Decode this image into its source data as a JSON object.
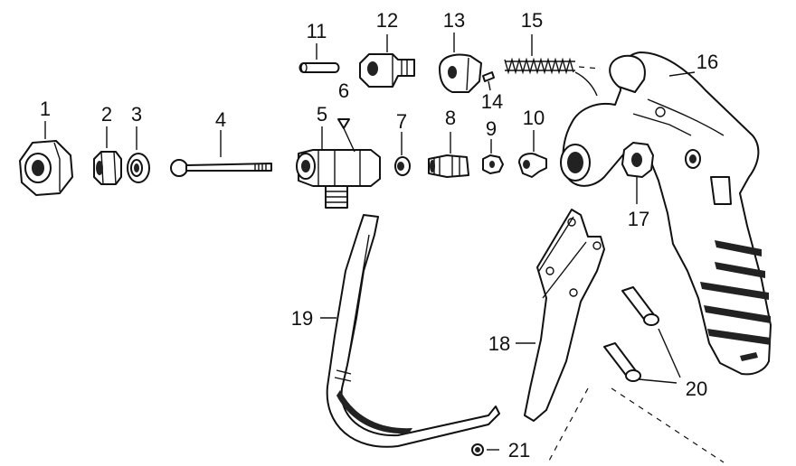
{
  "callouts": [
    "1",
    "2",
    "3",
    "4",
    "5",
    "6",
    "7",
    "8",
    "9",
    "10",
    "11",
    "12",
    "13",
    "14",
    "15",
    "16",
    "17",
    "18",
    "19",
    "20",
    "21"
  ],
  "parts": [
    {
      "id": "1",
      "icon": "hex-nut-icon"
    },
    {
      "id": "2",
      "icon": "flanged-nut-icon"
    },
    {
      "id": "3",
      "icon": "washer-icon"
    },
    {
      "id": "4",
      "icon": "needle-rod-icon"
    },
    {
      "id": "5",
      "icon": "valve-body-icon"
    },
    {
      "id": "6",
      "icon": "cone-seat-icon"
    },
    {
      "id": "7",
      "icon": "ball-icon"
    },
    {
      "id": "8",
      "icon": "fitting-icon"
    },
    {
      "id": "9",
      "icon": "small-nut-icon"
    },
    {
      "id": "10",
      "icon": "clip-icon"
    },
    {
      "id": "11",
      "icon": "pin-icon"
    },
    {
      "id": "12",
      "icon": "cap-nut-icon"
    },
    {
      "id": "13",
      "icon": "cam-icon"
    },
    {
      "id": "14",
      "icon": "set-screw-icon"
    },
    {
      "id": "15",
      "icon": "spring-icon"
    },
    {
      "id": "16",
      "icon": "gun-handle-icon"
    },
    {
      "id": "17",
      "icon": "jam-nut-icon"
    },
    {
      "id": "18",
      "icon": "trigger-icon"
    },
    {
      "id": "19",
      "icon": "trigger-guard-icon"
    },
    {
      "id": "20",
      "icon": "pivot-pin-icon"
    },
    {
      "id": "21",
      "icon": "screw-icon"
    }
  ],
  "colors": {
    "ink": "#111111",
    "paper": "#ffffff"
  }
}
